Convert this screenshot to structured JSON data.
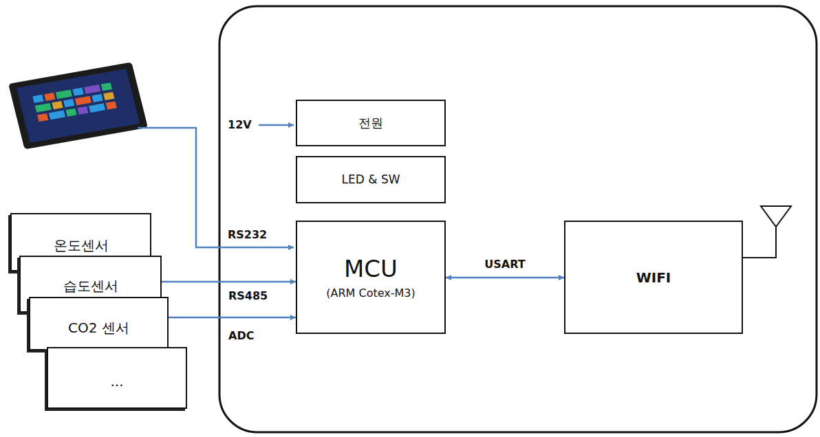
{
  "diagram": {
    "nodes": [
      {
        "text": [
          "온도센서"
        ]
      },
      {
        "text": [
          "습도센서"
        ]
      },
      {
        "text": [
          "CO2 센서"
        ]
      },
      {
        "text": [
          "..."
        ]
      },
      {
        "text": [
          "전원"
        ]
      },
      {
        "text": [
          "LED & SW"
        ]
      },
      {
        "text": [
          "MCU",
          "(ARM Cotex-M3)"
        ]
      },
      {
        "text": [
          "WIFI"
        ]
      }
    ],
    "edges": [
      {
        "from": 1,
        "to": 6,
        "arrow": "to",
        "label": "RS485"
      },
      {
        "from": 2,
        "to": 6,
        "arrow": "to",
        "label": "ADC"
      },
      {
        "from": 6,
        "to": 7,
        "arrow": "both",
        "label": "USART"
      }
    ],
    "labels": [
      "12V",
      "RS232"
    ]
  }
}
